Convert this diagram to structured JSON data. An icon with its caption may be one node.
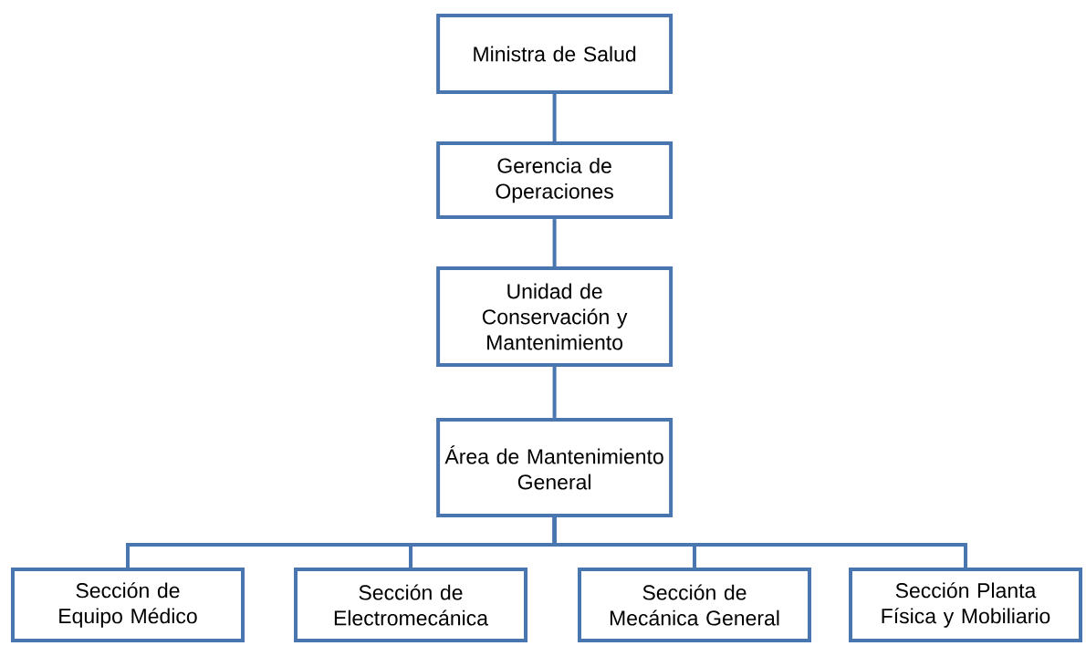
{
  "diagram": {
    "nodes": [
      {
        "text": [
          "Ministra de Salud"
        ]
      },
      {
        "text": [
          "Gerencia de Operaciones"
        ]
      },
      {
        "text": [
          "Unidad de Conservación y Mantenimiento"
        ]
      },
      {
        "text": [
          "Área de Mantenimiento General"
        ]
      },
      {
        "text": [
          "Sección de Equipo Médico"
        ]
      },
      {
        "text": [
          "Sección de Electromecánica"
        ]
      },
      {
        "text": [
          "Sección de Mecánica General"
        ]
      },
      {
        "text": [
          "Sección Planta Física y Mobiliario"
        ]
      }
    ],
    "edges": [
      {
        "from": 0,
        "to": 1,
        "arrow": "none"
      },
      {
        "from": 1,
        "to": 2,
        "arrow": "none"
      },
      {
        "from": 2,
        "to": 3,
        "arrow": "none"
      },
      {
        "from": 3,
        "to": 4,
        "arrow": "none"
      },
      {
        "from": 3,
        "to": 5,
        "arrow": "none"
      },
      {
        "from": 3,
        "to": 6,
        "arrow": "none"
      },
      {
        "from": 3,
        "to": 7,
        "arrow": "none"
      }
    ]
  }
}
